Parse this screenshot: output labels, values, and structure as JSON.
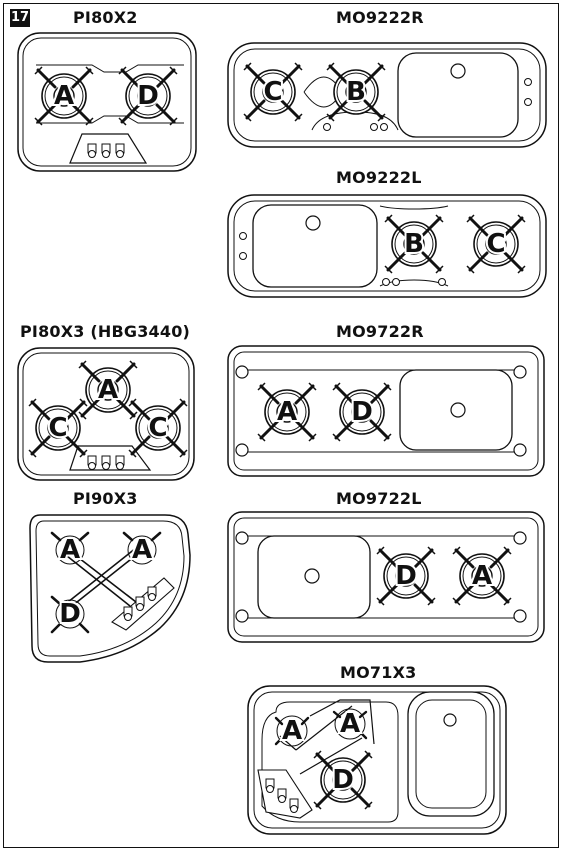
{
  "page_number": "17",
  "models": {
    "pi80x2": {
      "title": "PI80X2",
      "burners": [
        "A",
        "D"
      ]
    },
    "mo9222r": {
      "title": "MO9222R",
      "burners": [
        "C",
        "B"
      ]
    },
    "mo9222l": {
      "title": "MO9222L",
      "burners": [
        "B",
        "C"
      ]
    },
    "pi80x3": {
      "title": "PI80X3 (HBG3440)",
      "burners": [
        "A",
        "C",
        "C"
      ]
    },
    "mo9722r": {
      "title": "MO9722R",
      "burners": [
        "A",
        "D"
      ]
    },
    "pi90x3": {
      "title": "PI90X3",
      "burners": [
        "A",
        "A",
        "D"
      ]
    },
    "mo9722l": {
      "title": "MO9722L",
      "burners": [
        "D",
        "A"
      ]
    },
    "mo71x3": {
      "title": "MO71X3",
      "burners": [
        "A",
        "A",
        "D"
      ]
    }
  },
  "colors": {
    "line": "#111111",
    "background": "#ffffff"
  }
}
